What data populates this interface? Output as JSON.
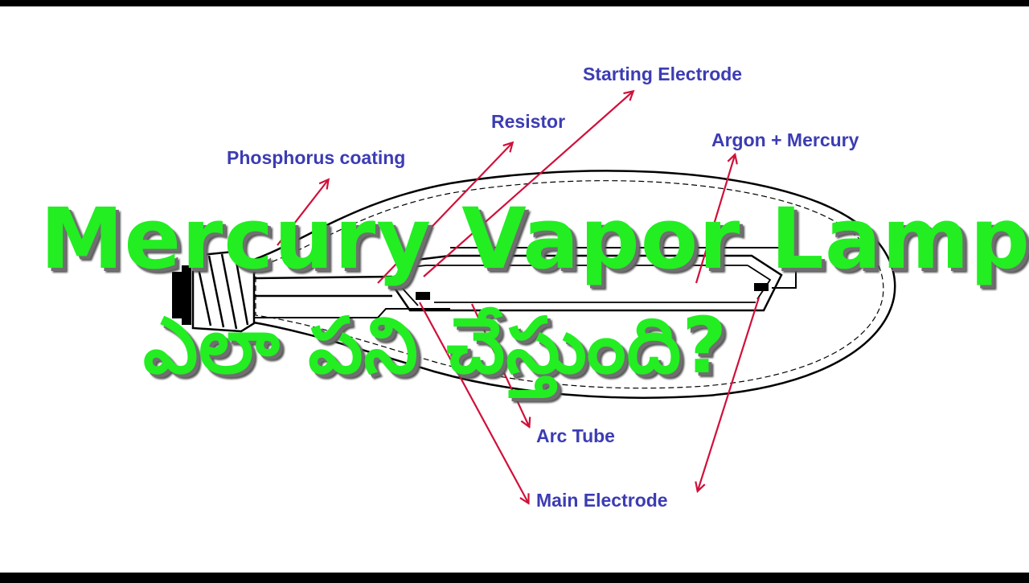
{
  "frame": {
    "background": "#000000",
    "canvas": "#ffffff",
    "arrow_color": "#d0103a",
    "label_color": "#3c3cb4",
    "title_color": "#22ee22"
  },
  "diagram": {
    "labels": {
      "starting_electrode": "Starting Electrode",
      "resistor": "Resistor",
      "phosphorus_coating": "Phosphorus coating",
      "argon_mercury": "Argon + Mercury",
      "arc_tube": "Arc Tube",
      "main_electrode": "Main Electrode"
    }
  },
  "overlay": {
    "title_en": "Mercury Vapor Lamp",
    "title_te": "ఎలా పని చేస్తుంది?"
  }
}
